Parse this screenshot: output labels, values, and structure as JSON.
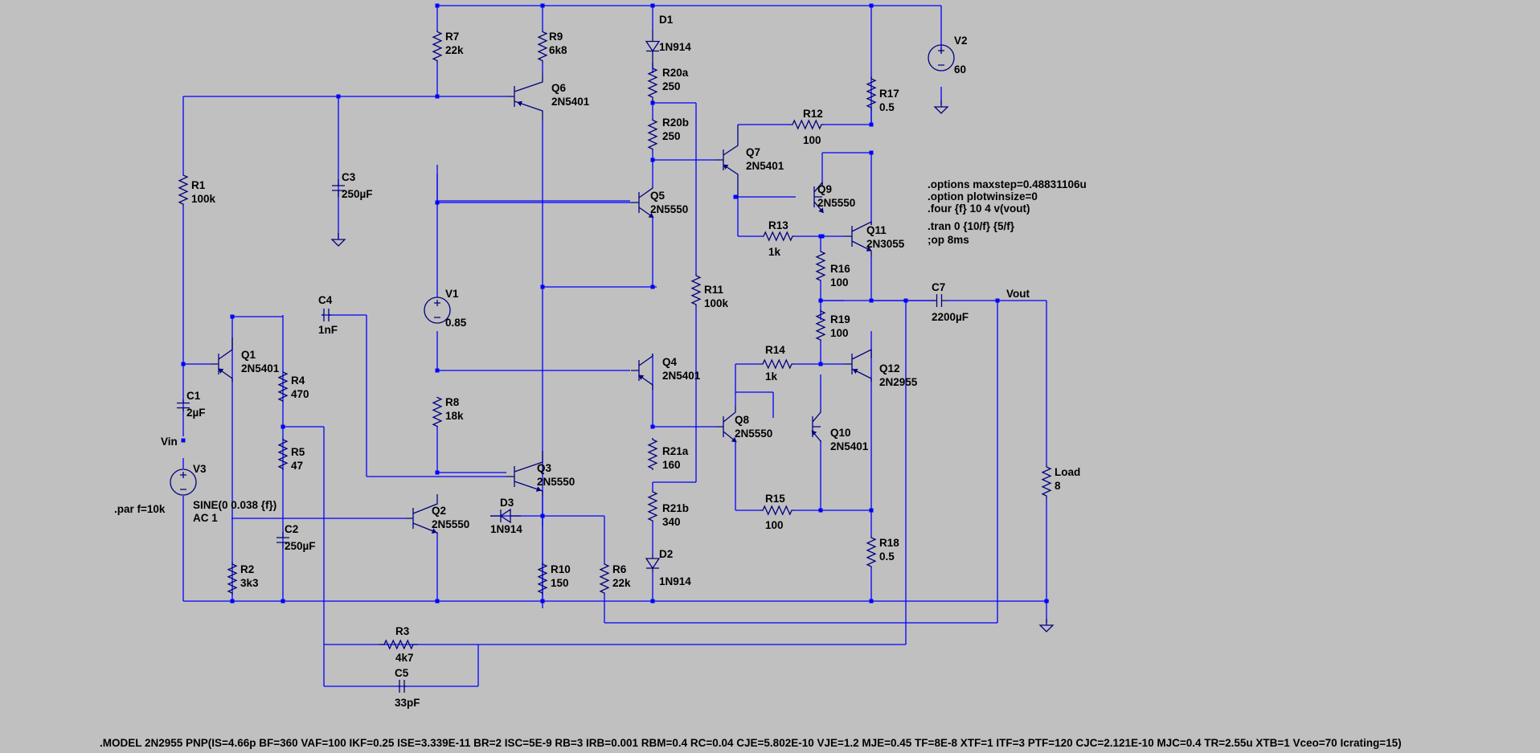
{
  "components": {
    "R1": {
      "ref": "R1",
      "value": "100k"
    },
    "R2": {
      "ref": "R2",
      "value": "3k3"
    },
    "R3": {
      "ref": "R3",
      "value": "4k7"
    },
    "R4": {
      "ref": "R4",
      "value": "470"
    },
    "R5": {
      "ref": "R5",
      "value": "47"
    },
    "R6": {
      "ref": "R6",
      "value": "22k"
    },
    "R7": {
      "ref": "R7",
      "value": "22k"
    },
    "R8": {
      "ref": "R8",
      "value": "18k"
    },
    "R9": {
      "ref": "R9",
      "value": "6k8"
    },
    "R10": {
      "ref": "R10",
      "value": "150"
    },
    "R11": {
      "ref": "R11",
      "value": "100k"
    },
    "R12": {
      "ref": "R12",
      "value": "100"
    },
    "R13": {
      "ref": "R13",
      "value": "1k"
    },
    "R14": {
      "ref": "R14",
      "value": "1k"
    },
    "R15": {
      "ref": "R15",
      "value": "100"
    },
    "R16": {
      "ref": "R16",
      "value": "100"
    },
    "R17": {
      "ref": "R17",
      "value": "0.5"
    },
    "R18": {
      "ref": "R18",
      "value": "0.5"
    },
    "R19": {
      "ref": "R19",
      "value": "100"
    },
    "R20a": {
      "ref": "R20a",
      "value": "250"
    },
    "R20b": {
      "ref": "R20b",
      "value": "250"
    },
    "R21a": {
      "ref": "R21a",
      "value": "160"
    },
    "R21b": {
      "ref": "R21b",
      "value": "340"
    },
    "Load": {
      "ref": "Load",
      "value": "8"
    },
    "C1": {
      "ref": "C1",
      "value": "2µF"
    },
    "C2": {
      "ref": "C2",
      "value": "250µF"
    },
    "C3": {
      "ref": "C3",
      "value": "250µF"
    },
    "C4": {
      "ref": "C4",
      "value": "1nF"
    },
    "C5": {
      "ref": "C5",
      "value": "33pF"
    },
    "C7": {
      "ref": "C7",
      "value": "2200µF"
    },
    "D1": {
      "ref": "D1",
      "value": "1N914"
    },
    "D2": {
      "ref": "D2",
      "value": "1N914"
    },
    "D3": {
      "ref": "D3",
      "value": "1N914"
    },
    "Q1": {
      "ref": "Q1",
      "value": "2N5401"
    },
    "Q2": {
      "ref": "Q2",
      "value": "2N5550"
    },
    "Q3": {
      "ref": "Q3",
      "value": "2N5550"
    },
    "Q4": {
      "ref": "Q4",
      "value": "2N5401"
    },
    "Q5": {
      "ref": "Q5",
      "value": "2N5550"
    },
    "Q6": {
      "ref": "Q6",
      "value": "2N5401"
    },
    "Q7": {
      "ref": "Q7",
      "value": "2N5401"
    },
    "Q8": {
      "ref": "Q8",
      "value": "2N5550"
    },
    "Q9": {
      "ref": "Q9",
      "value": "2N5550"
    },
    "Q10": {
      "ref": "Q10",
      "value": "2N5401"
    },
    "Q11": {
      "ref": "Q11",
      "value": "2N3055"
    },
    "Q12": {
      "ref": "Q12",
      "value": "2N2955"
    },
    "V1": {
      "ref": "V1",
      "value": "0.85"
    },
    "V2": {
      "ref": "V2",
      "value": "60"
    },
    "V3": {
      "ref": "V3",
      "value": "SINE(0 0.038 {f})",
      "value2": "AC 1"
    }
  },
  "nets": {
    "vin": "Vin",
    "vout": "Vout"
  },
  "directives": {
    "param": ".par f=10k",
    "lines": [
      ".options maxstep=0.48831106u",
      ".option plotwinsize=0",
      ".four {f} 10 4 v(vout)"
    ],
    "tran": ".tran 0 {10/f} {5/f}",
    "op": ";op 8ms",
    "model": ".MODEL 2N2955 PNP(IS=4.66p BF=360 VAF=100 IKF=0.25 ISE=3.339E-11 BR=2 ISC=5E-9 RB=3 IRB=0.001 RBM=0.4 RC=0.04 CJE=5.802E-10 VJE=1.2 MJE=0.45 TF=8E-8 XTF=1 ITF=3 PTF=120 CJC=2.121E-10 MJC=0.4 TR=2.55u XTB=1 Vceo=70 Icrating=15)"
  },
  "colors": {
    "background": "#c0c0c0",
    "wire": "#0000ff",
    "component": "#000080",
    "text": "#000000"
  }
}
